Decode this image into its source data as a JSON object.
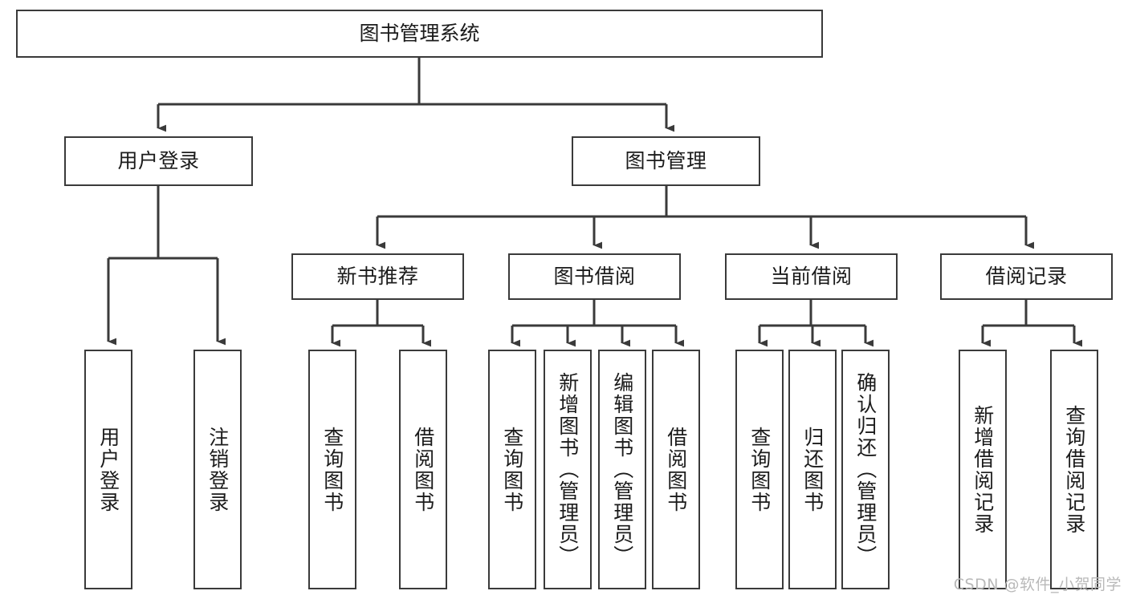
{
  "diagram": {
    "title": "图书管理系统",
    "type": "tree-hierarchy",
    "watermark": "CSDN @软件_小贺同学",
    "colors": {
      "box_border": "#3a3a3a",
      "box_fill": "#ffffff",
      "connector": "#3a3a3a",
      "text": "#1b1b1b",
      "watermark": "#b9b9b9",
      "background": "#ffffff"
    },
    "nodes": {
      "root": {
        "label": "图书管理系统"
      },
      "level2": [
        {
          "id": "user-login",
          "label": "用户登录"
        },
        {
          "id": "book-manage",
          "label": "图书管理"
        }
      ],
      "level3": [
        {
          "id": "new-book-recommend",
          "label": "新书推荐"
        },
        {
          "id": "book-borrow",
          "label": "图书借阅"
        },
        {
          "id": "current-borrow",
          "label": "当前借阅"
        },
        {
          "id": "borrow-record",
          "label": "借阅记录"
        }
      ],
      "leaves": {
        "user-login": [
          {
            "id": "leaf-user-login",
            "label": "用户登录"
          },
          {
            "id": "leaf-user-logout",
            "label": "注销登录"
          }
        ],
        "new-book-recommend": [
          {
            "id": "leaf-query-book-1",
            "label": "查询图书"
          },
          {
            "id": "leaf-borrow-book-1",
            "label": "借阅图书"
          }
        ],
        "book-borrow": [
          {
            "id": "leaf-query-book-2",
            "label": "查询图书"
          },
          {
            "id": "leaf-add-book-admin",
            "label": "新增图书（管理员）"
          },
          {
            "id": "leaf-edit-book-admin",
            "label": "编辑图书（管理员）"
          },
          {
            "id": "leaf-borrow-book-2",
            "label": "借阅图书"
          }
        ],
        "current-borrow": [
          {
            "id": "leaf-query-book-3",
            "label": "查询图书"
          },
          {
            "id": "leaf-return-book",
            "label": "归还图书"
          },
          {
            "id": "leaf-confirm-return-admin",
            "label": "确认归还（管理员）"
          }
        ],
        "borrow-record": [
          {
            "id": "leaf-add-borrow-record",
            "label": "新增借阅记录"
          },
          {
            "id": "leaf-query-borrow-record",
            "label": "查询借阅记录"
          }
        ]
      }
    }
  }
}
